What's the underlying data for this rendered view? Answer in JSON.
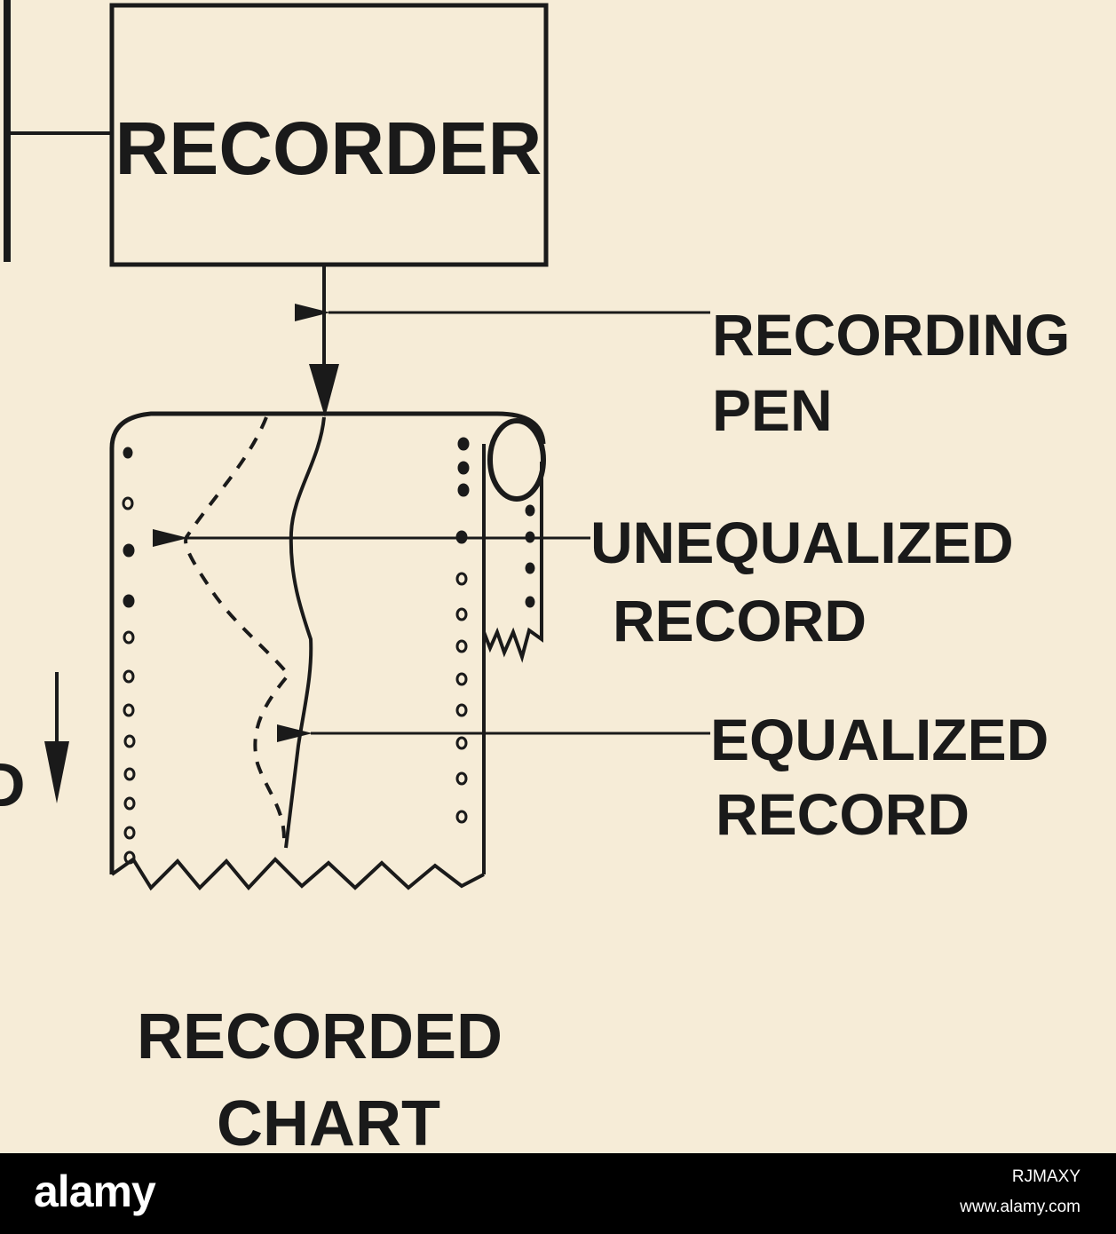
{
  "diagram": {
    "recorder_label": "RECORDER",
    "recording_pen_label": [
      "RECORDING",
      "PEN"
    ],
    "unequalized_label": [
      "UNEQUALIZED",
      "RECORD"
    ],
    "equalized_label": [
      "EQUALIZED",
      "RECORD"
    ],
    "recorded_chart_label": [
      "RECORDED",
      "CHART"
    ],
    "left_edge_glyph": "D"
  },
  "footer": {
    "logo": "alamy",
    "image_id": "RJMAXY",
    "url": "www.alamy.com"
  }
}
